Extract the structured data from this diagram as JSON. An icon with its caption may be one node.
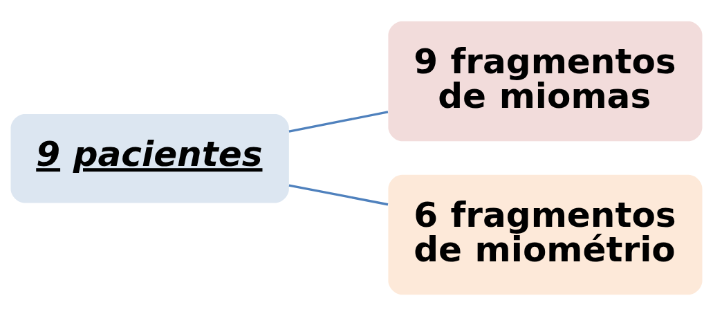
{
  "diagram": {
    "nodes": [
      {
        "text": [
          "9 pacientes"
        ]
      },
      {
        "text": [
          "9 fragmentos de miomas"
        ]
      },
      {
        "text": [
          "6 fragmentos de miométrio"
        ]
      }
    ],
    "edges": [
      {
        "from": 0,
        "to": 1,
        "arrow": "none"
      },
      {
        "from": 0,
        "to": 2,
        "arrow": "none"
      }
    ]
  }
}
